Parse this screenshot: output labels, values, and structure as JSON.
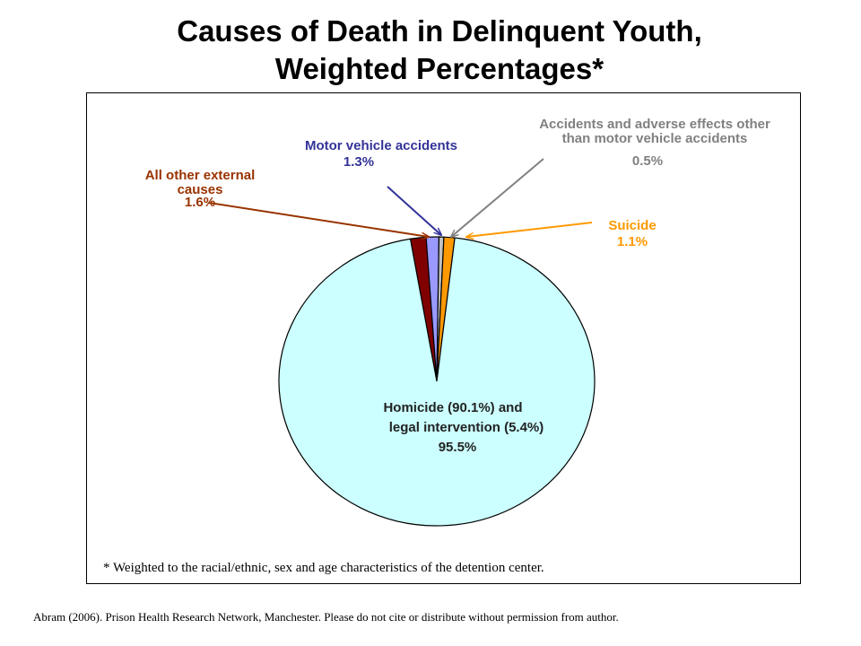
{
  "title_line1": "Causes of Death in Delinquent Youth,",
  "title_line2": "Weighted Percentages*",
  "chart_data": {
    "type": "pie",
    "slices": [
      {
        "label_lines": [
          "Homicide (90.1%) and",
          "legal intervention (5.4%)",
          "95.5%"
        ],
        "value": 95.5,
        "color": "#ccffff"
      },
      {
        "label_lines": [
          "All other external",
          "causes",
          "1.6%"
        ],
        "value": 1.6,
        "color": "#800000",
        "text_color": "#993300"
      },
      {
        "label_lines": [
          "Motor vehicle accidents",
          "1.3%"
        ],
        "value": 1.3,
        "color": "#9999ff",
        "text_color": "#333399"
      },
      {
        "label_lines": [
          "Accidents and adverse effects other",
          "than motor vehicle accidents",
          "0.5%"
        ],
        "value": 0.5,
        "color": "#c0c0c0",
        "text_color": "#808080"
      },
      {
        "label_lines": [
          "Suicide",
          "1.1%"
        ],
        "value": 1.1,
        "color": "#ff9900",
        "text_color": "#ff9900"
      }
    ]
  },
  "footnote": "* Weighted to the racial/ethnic, sex and age characteristics of the detention center.",
  "source": "Abram (2006). Prison Health Research Network, Manchester.  Please do not cite or distribute without permission  from author."
}
